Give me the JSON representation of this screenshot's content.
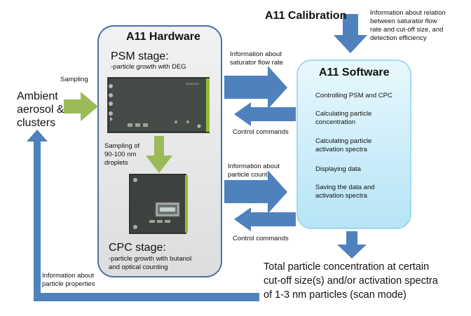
{
  "hardware": {
    "title": "A11 Hardware",
    "psm_title": "PSM stage:",
    "psm_desc": "-particle growth with DEG",
    "cpc_title": "CPC stage:",
    "cpc_desc_1": "-particle growth with butanol",
    "cpc_desc_2": "and optical counting",
    "droplet_text_1": "Sampling of",
    "droplet_text_2": "90-100 nm",
    "droplet_text_3": "droplets"
  },
  "ambient": {
    "line1": "Ambient",
    "line2": "aerosol &",
    "line3": "clusters",
    "sampling": "Sampling"
  },
  "calibration": {
    "title": "A11 Calibration",
    "info_1": "Information about relation",
    "info_2": "between saturator flow",
    "info_3": "rate and cut-off size, and",
    "info_4": "detection efficiency"
  },
  "software": {
    "title": "A11 Software",
    "items": [
      "Controlling PSM and CPC",
      "Calculating particle",
      "concentration",
      "Calculating particle",
      "activation spectra",
      "Displaying data",
      "Saving the data and",
      "activation spectra"
    ]
  },
  "arrows": {
    "saturator_1": "Information about",
    "saturator_2": "saturator flow rate",
    "control_top": "Control commands",
    "count_1": "Information about",
    "count_2": "particle count",
    "control_bottom": "Control commands",
    "properties_1": "Information about",
    "properties_2": "particle properties"
  },
  "result": {
    "line1": "Total particle concentration at certain",
    "line2": "cut-off size(s) and/or activation spectra",
    "line3": "of 1-3 nm particles (scan mode)"
  },
  "colors": {
    "blue_arrow": "#4f81bd",
    "green_arrow": "#9bbb59",
    "hardware_box": "#e6e6e6",
    "software_box": "#c9ecf8"
  }
}
